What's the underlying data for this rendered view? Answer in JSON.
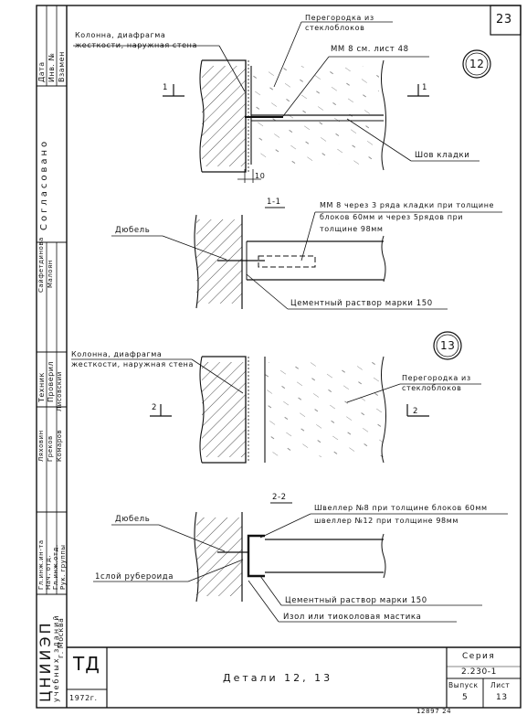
{
  "sheet": {
    "page_number": "23",
    "title": "Детали 12, 13",
    "seria_label": "Серия",
    "seria_value": "2.230-1",
    "vypusk_label": "Выпуск",
    "vypusk_value": "5",
    "list_label": "Лист",
    "list_value": "13",
    "year": "1972г.",
    "td_mark": "ТД",
    "institute_name": "ЦНИИЭП",
    "institute_sub": "учебных зданий",
    "institute_city": "г. Москва",
    "footer_numbers": "12897   24"
  },
  "side_stamp": {
    "data": "Дата",
    "inv_no": "Инв. №",
    "vzamen": "Взамен",
    "soglasovano": "Согласовано",
    "signers_top": [
      "Сайфетдинова",
      "Малоян"
    ],
    "tekhnik": "Техник",
    "proveril": "Проверил",
    "names_mid": [
      "Ляховин",
      "Греков",
      "Комаров",
      "Лисовский"
    ],
    "roles_bottom": [
      "Гл.инж.ин-та",
      "Нач. отд.",
      "Гл.инж.отд.",
      "Рук. группы"
    ]
  },
  "detail12": {
    "circle_label": "12",
    "label_column": "Колонна, диафрагма жесткости, наружная стена",
    "label_partition": "Перегородка из стеклоблоков",
    "label_mm": "ММ 8   см. лист 48",
    "label_shov": "Шов кладки",
    "dim_10": "10",
    "section_left": "1",
    "section_right": "1"
  },
  "section11": {
    "title": "1-1",
    "label_mm": "ММ 8 через 3 ряда кладки при толщине блоков 60мм и через 5рядов при толщине 98мм",
    "label_dyubel": "Дюбель",
    "label_rastvor": "Цементный раствор марки 150"
  },
  "detail13": {
    "circle_label": "13",
    "label_column": "Колонна, диафрагма жесткости, наружная стена",
    "label_partition": "Перегородка из стеклоблоков",
    "section_left": "2",
    "section_right": "2"
  },
  "section22": {
    "title": "2-2",
    "label_shveller1": "Швеллер №8 при толщине блоков 60мм",
    "label_shveller2": "швеллер №12 при толщине 98мм",
    "label_dyubel": "Дюбель",
    "label_ruberoid": "1слой рубероида",
    "label_rastvor": "Цементный раствор марки 150",
    "label_mastika": "Изол или тиоколовая мастика"
  }
}
